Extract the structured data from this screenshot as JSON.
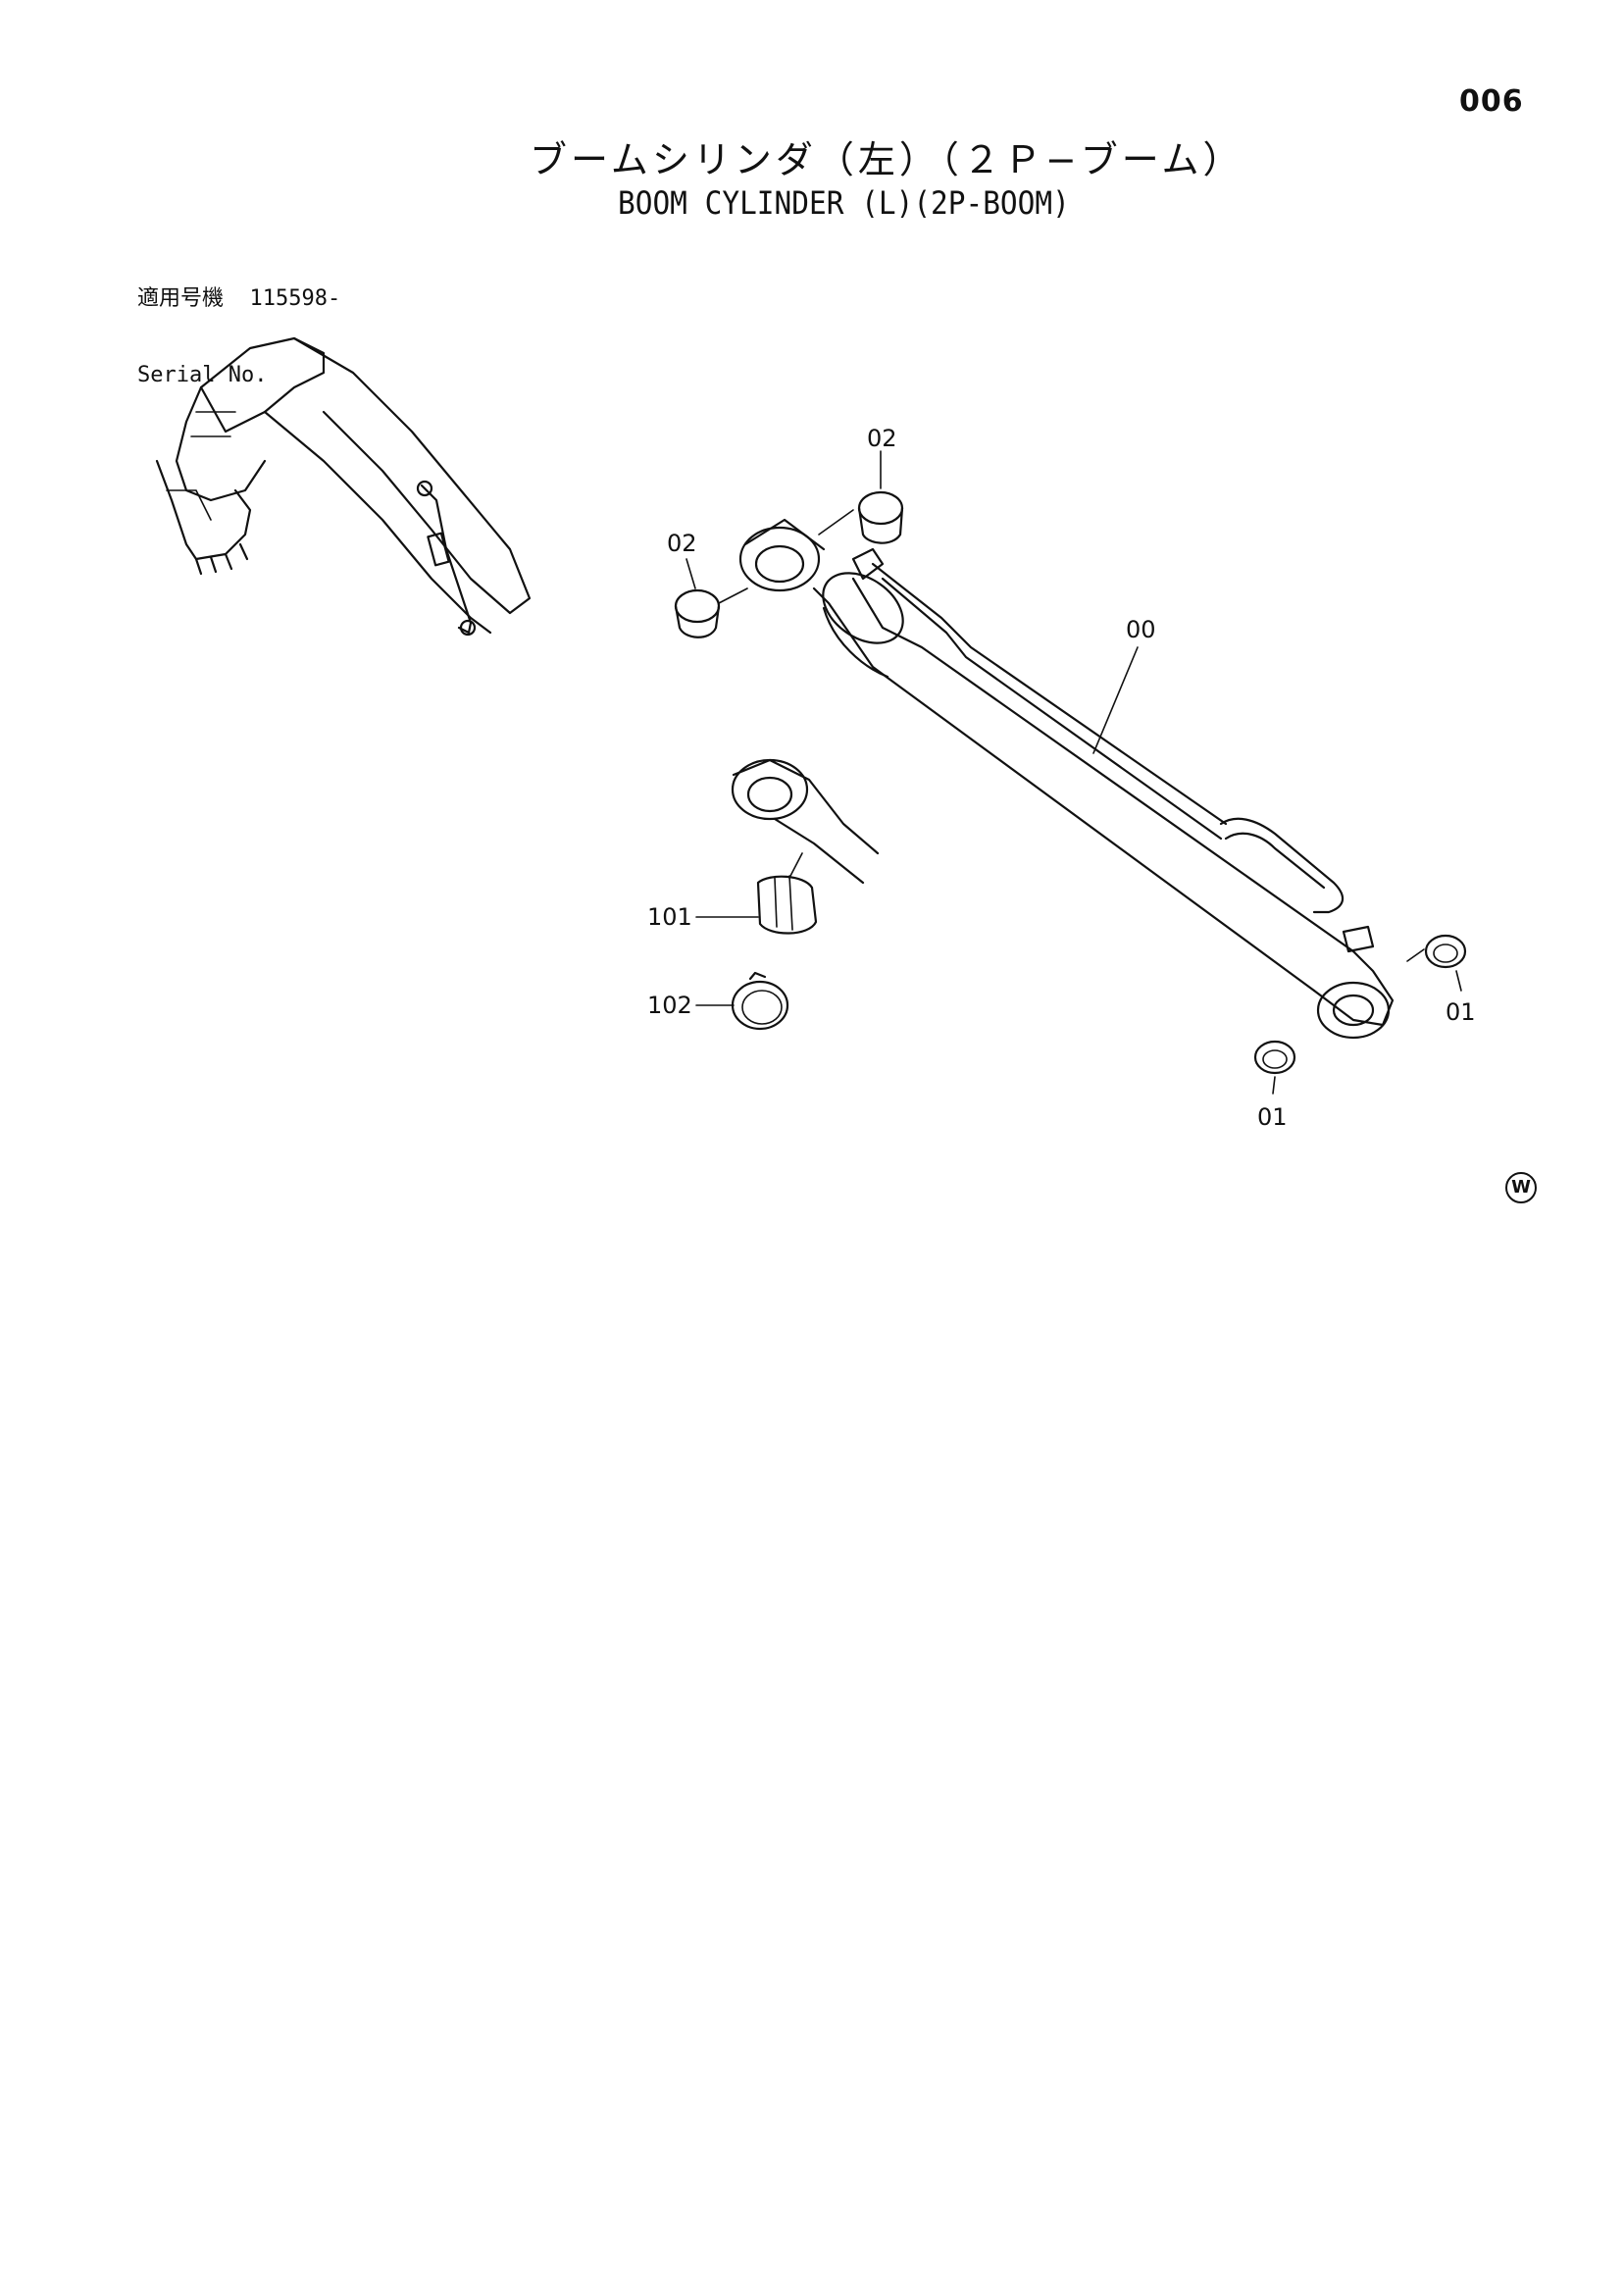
{
  "page_number": "006",
  "title": {
    "japanese": "ブームシリンダ（左）（２Ｐ−ブーム）",
    "english": "BOOM CYLINDER (L)(2P-BOOM)"
  },
  "serial": {
    "label_jp": "適用号機",
    "value": "115598-",
    "label_en": "Serial No."
  },
  "callouts": [
    {
      "id": "callout-00",
      "label": "00"
    },
    {
      "id": "callout-01-left",
      "label": "01"
    },
    {
      "id": "callout-01-right",
      "label": "01"
    },
    {
      "id": "callout-02-top",
      "label": "02"
    },
    {
      "id": "callout-02-left",
      "label": "02"
    },
    {
      "id": "callout-101",
      "label": "101"
    },
    {
      "id": "callout-102",
      "label": "102"
    }
  ],
  "mark": "W"
}
